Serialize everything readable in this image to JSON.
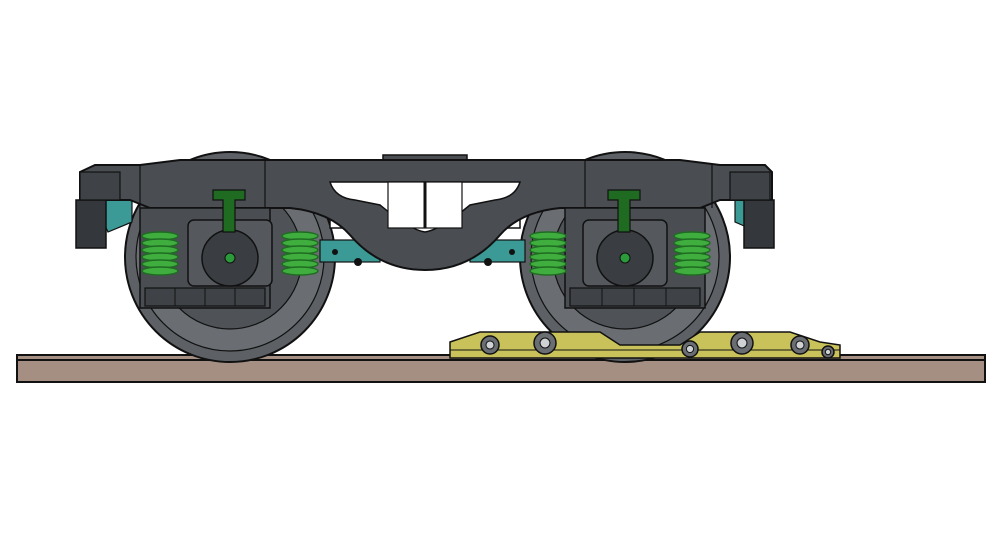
{
  "figure": {
    "subject": "rail-bogie-side-view",
    "components": {
      "rail": "rail",
      "frame": "bogie-side-frame",
      "bolster": "bolster",
      "wheels": [
        "front-wheel",
        "rear-wheel"
      ],
      "axle_boxes": [
        "front-axle-box",
        "rear-axle-box"
      ],
      "springs": [
        "front-spring-left",
        "front-spring-right",
        "rear-spring-left",
        "rear-spring-right"
      ],
      "cart": "rail-cart-with-rollers"
    },
    "colors": {
      "frame": "#4a4e53",
      "frame_shade": "#34373b",
      "wheel": "#5d6166",
      "spring": "#3fae3f",
      "spring_dark": "#1f6b22",
      "teal": "#3b9a95",
      "rail": "#a48f82",
      "cart": "#c9c25a",
      "outline": "#111111",
      "bg": "#ffffff"
    }
  }
}
